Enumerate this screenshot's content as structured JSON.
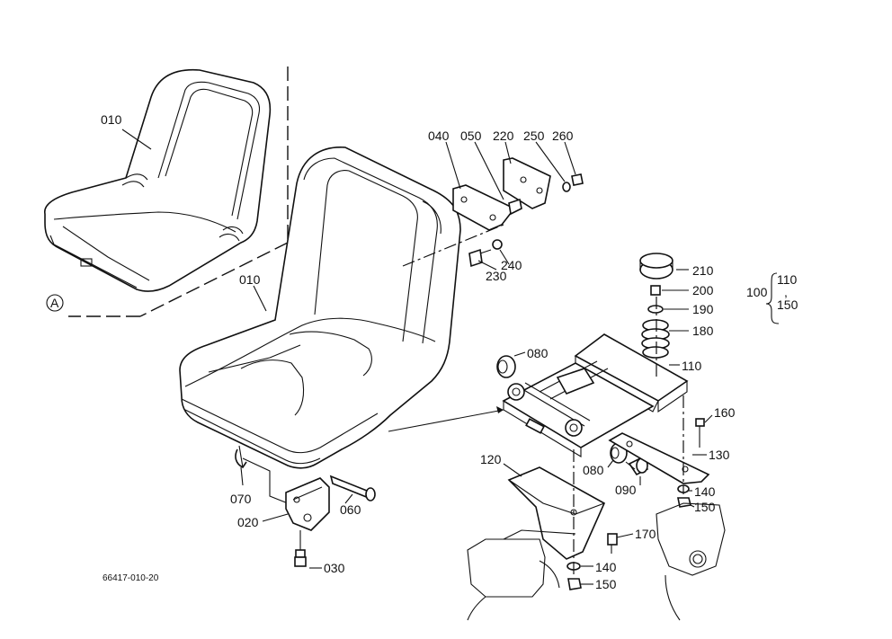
{
  "diagram": {
    "view_marker": "A",
    "drawing_number": "66417-010-20",
    "group_label": "100",
    "group_members": [
      "110",
      "150"
    ],
    "parts": {
      "p010_top": "010",
      "p010_main": "010",
      "p020": "020",
      "p030": "030",
      "p040": "040",
      "p050": "050",
      "p060": "060",
      "p070": "070",
      "p080_top": "080",
      "p080_bottom": "080",
      "p090": "090",
      "p110": "110",
      "p120": "120",
      "p130": "130",
      "p140_right": "140",
      "p140_bottom": "140",
      "p150_right": "150",
      "p150_bottom": "150",
      "p160": "160",
      "p170": "170",
      "p180": "180",
      "p190": "190",
      "p200": "200",
      "p210": "210",
      "p220": "220",
      "p230": "230",
      "p240": "240",
      "p250": "250",
      "p260": "260"
    }
  }
}
